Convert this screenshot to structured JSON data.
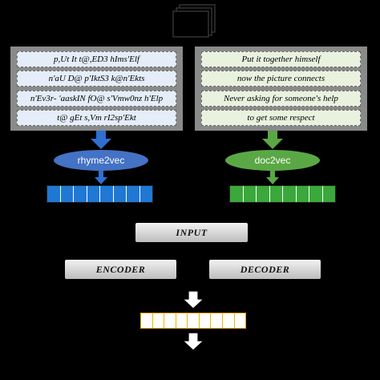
{
  "left_panel": {
    "lines": [
      "p,Ut It t@,ED3 hIms'Elf",
      "n'aU D@ p'IktS3 k@n'Ekts",
      "n'Ev3r- 'aaskIN fO@ s'Vmw0nz h'Elp",
      "t@ gEt s,Vm rI2sp'Ekt"
    ]
  },
  "right_panel": {
    "lines": [
      "Put it together himself",
      "now the picture connects",
      "Never asking for someone's help",
      "to get some respect"
    ]
  },
  "rhyme_label": "rhyme2vec",
  "doc_label": "doc2vec",
  "input_label": "INPUT",
  "encoder_label": "ENCODER",
  "decoder_label": "DECODER",
  "colors": {
    "blue": "#1f78d4",
    "blue_ellipse": "#4472c4",
    "green": "#3aa83a",
    "green_ellipse": "#5aa845",
    "output_yellow": "#f7b500"
  }
}
